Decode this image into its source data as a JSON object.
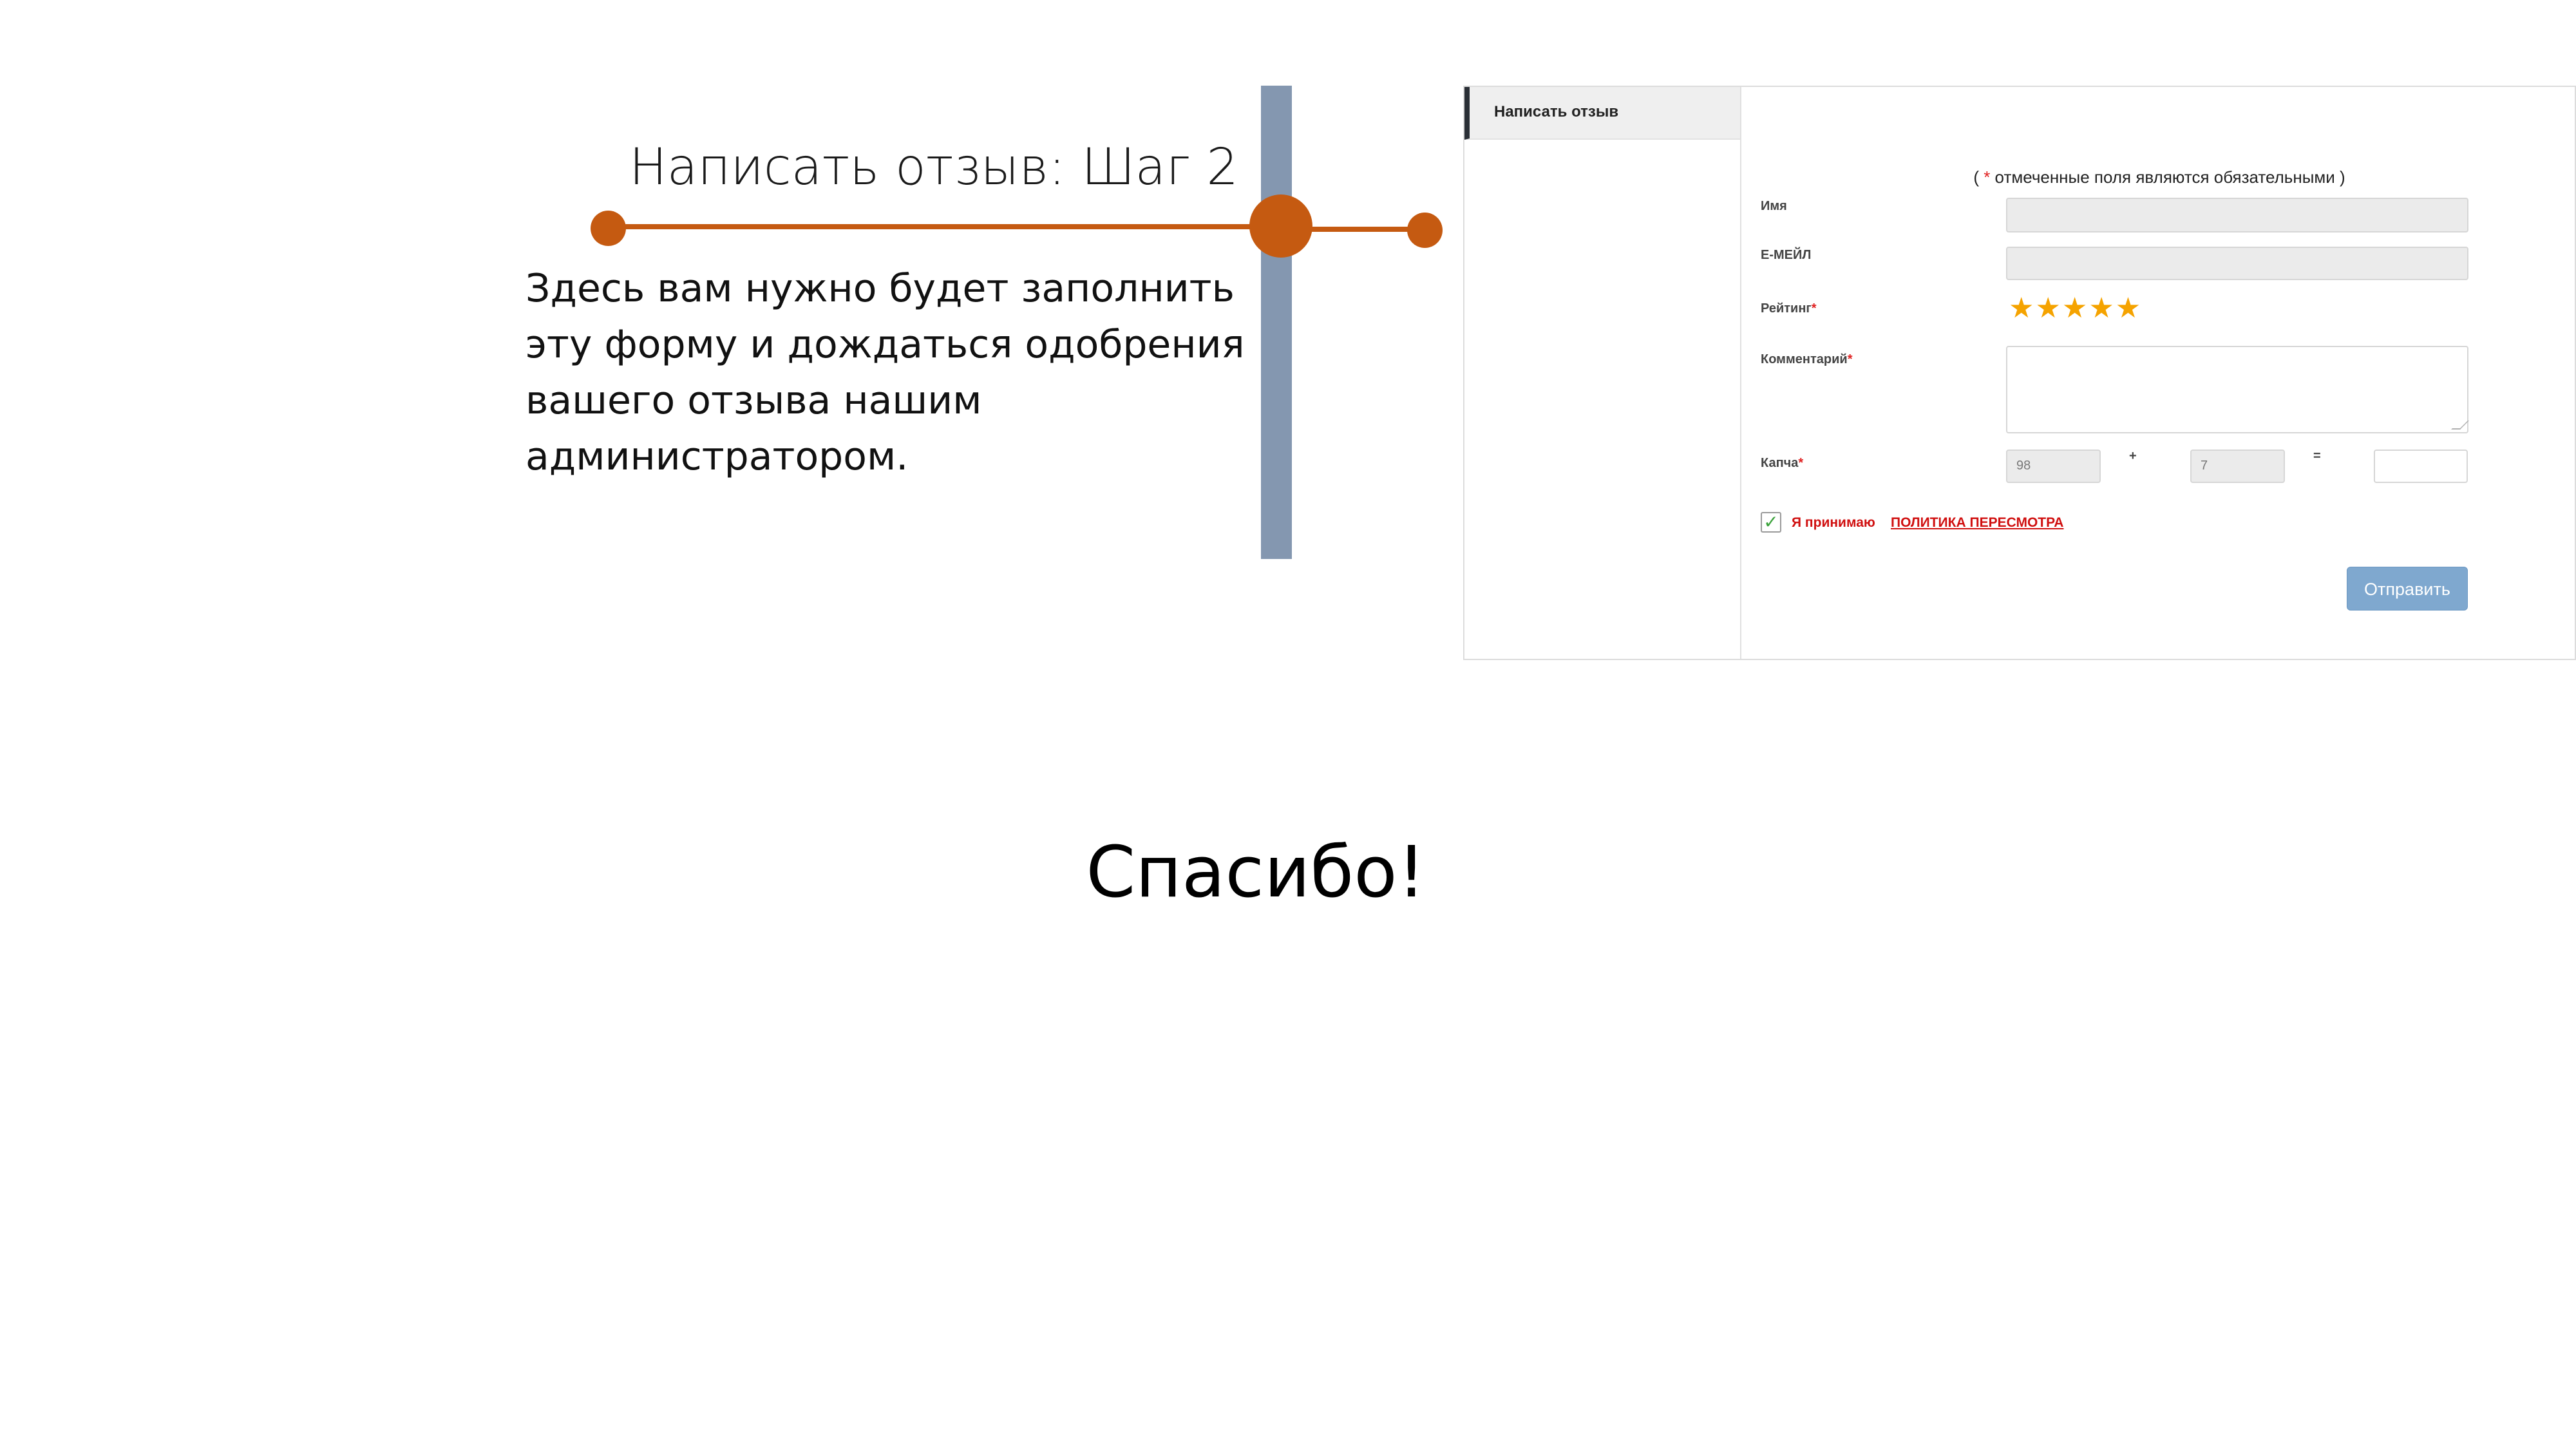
{
  "slide": {
    "step_title": "Написать отзыв: Шаг 2",
    "description": "Здесь вам нужно будет заполнить эту форму и дождаться одобрения вашего отзыва нашим администратором.",
    "thanks": "Спасибо!"
  },
  "form": {
    "tab_label": "Написать отзыв",
    "required_note_open": "( ",
    "required_star": "*",
    "required_note_text": " отмеченные поля являются обязательными )",
    "fields": {
      "name_label": "Имя",
      "email_label": "Е-МЕЙЛ",
      "rating_label": "Рейтинг",
      "comment_label": "Комментарий",
      "captcha_label": "Капча",
      "required_mark": "*"
    },
    "rating": {
      "value": 5,
      "max": 5,
      "stars_text": "★★★★★",
      "star_color": "#f5a300"
    },
    "captcha": {
      "a": "98",
      "plus": "+",
      "b": "7",
      "equals": "=",
      "answer": ""
    },
    "agreement": {
      "checkmark": "✓",
      "accept_label": "Я принимаю",
      "policy_link": "ПОЛИТИКА ПЕРЕСМОТРА",
      "checked": true
    },
    "submit_label": "Отправить"
  },
  "colors": {
    "accent_orange": "#c55a11",
    "timeline_bar": "#8497b0",
    "submit_button": "#7fa8cf",
    "required_red": "#e02020"
  }
}
